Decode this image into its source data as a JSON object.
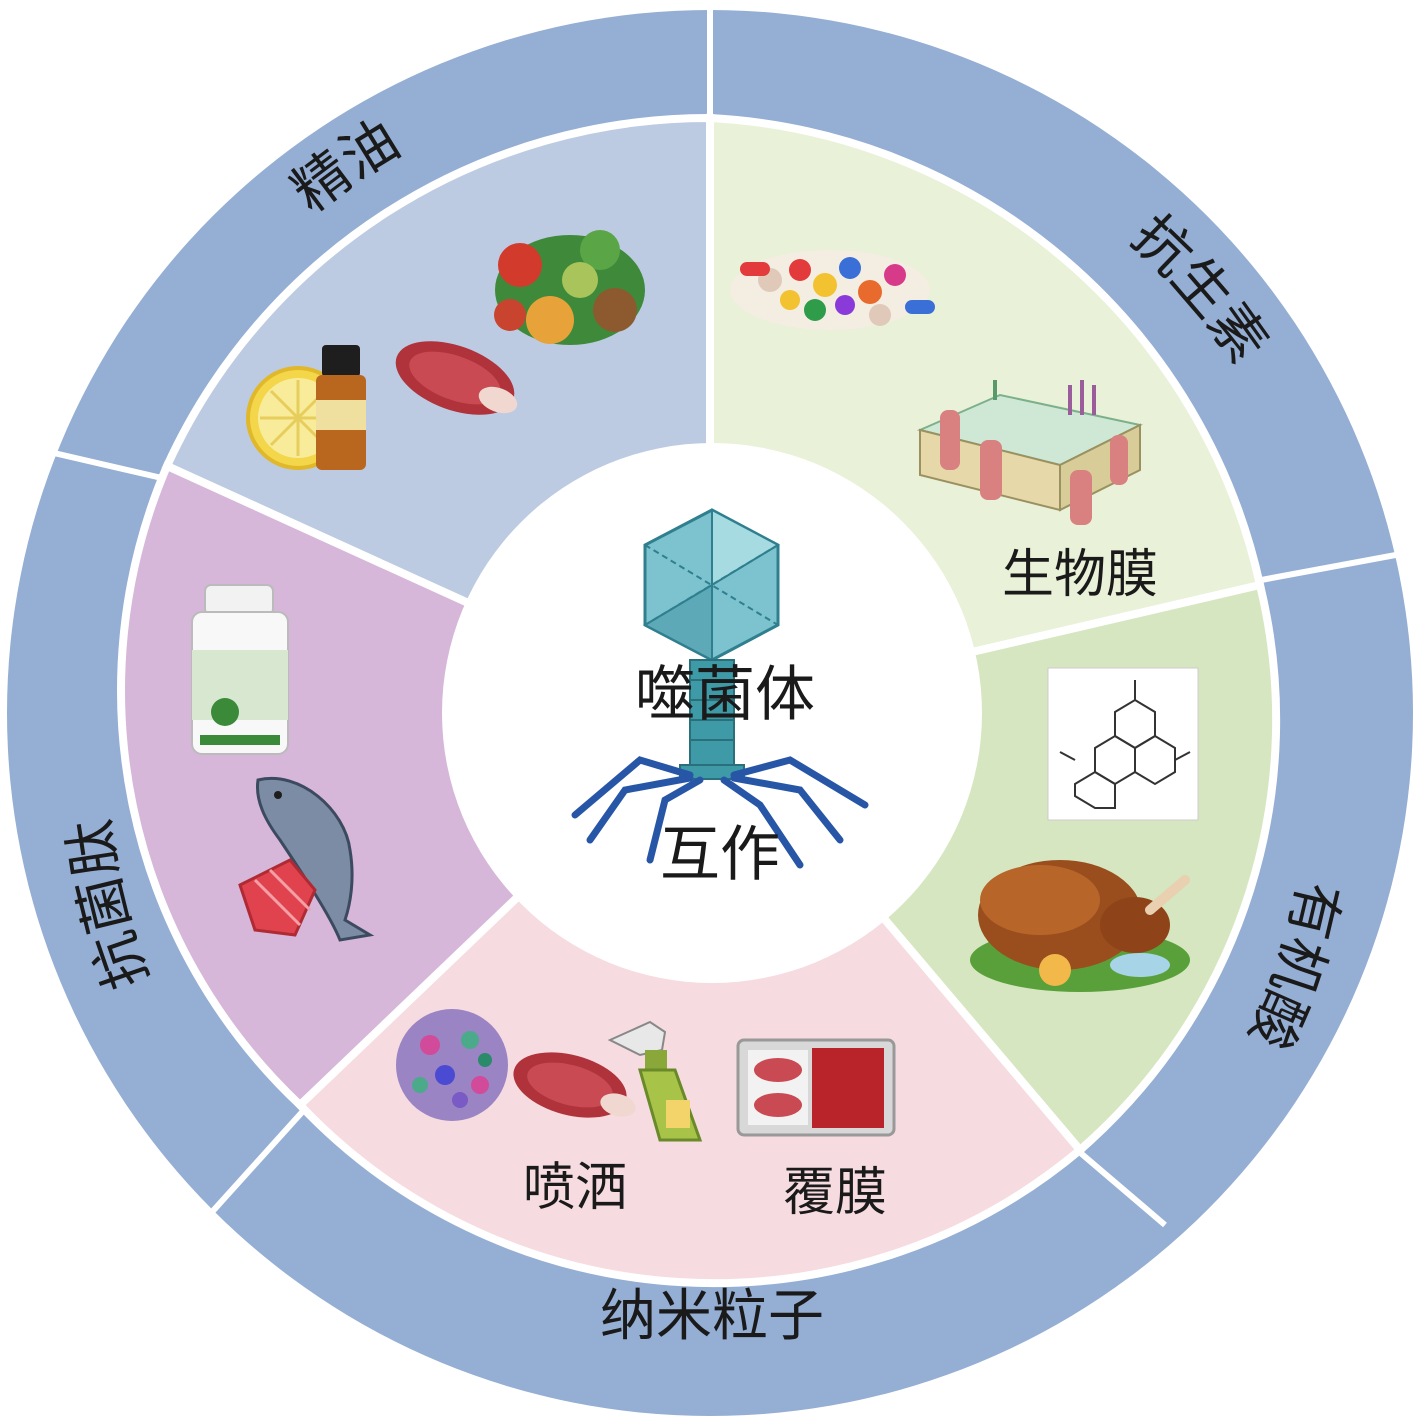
{
  "center": {
    "title": "噬菌体",
    "subtitle": "互作",
    "icon": "bacteriophage-icon"
  },
  "outer_ring": {
    "color": "#94aed4",
    "labels": {
      "essential_oil": "精油",
      "antibiotic": "抗生素",
      "organic_acid": "有机酸",
      "nanoparticle": "纳米粒子",
      "antimicrobial_peptide": "抗菌肽"
    }
  },
  "inner_ring": {
    "colors": {
      "essential_oil": "#bccbe2",
      "antibiotic": "#e9f1d8",
      "organic_acid": "#d6e6c0",
      "nanoparticle": "#f6dbe0",
      "antimicrobial_peptide": "#d6b6d9"
    },
    "labels": {
      "biofilm": "生物膜",
      "spray": "喷洒",
      "coating": "覆膜"
    }
  },
  "illustrations": {
    "essential_oil": [
      "vegetables-icon",
      "lemon-icon",
      "oil-bottle-icon",
      "meat-icon"
    ],
    "antibiotic": [
      "pills-icon",
      "cell-membrane-icon"
    ],
    "organic_acid": [
      "chemical-structure-icon",
      "roast-chicken-icon"
    ],
    "nanoparticle": [
      "nanoparticle-sphere-icon",
      "meat-icon",
      "spray-bottle-icon",
      "packaged-meat-icon"
    ],
    "antimicrobial_peptide": [
      "supplement-bottle-icon",
      "fish-icon",
      "salmon-icon"
    ]
  }
}
